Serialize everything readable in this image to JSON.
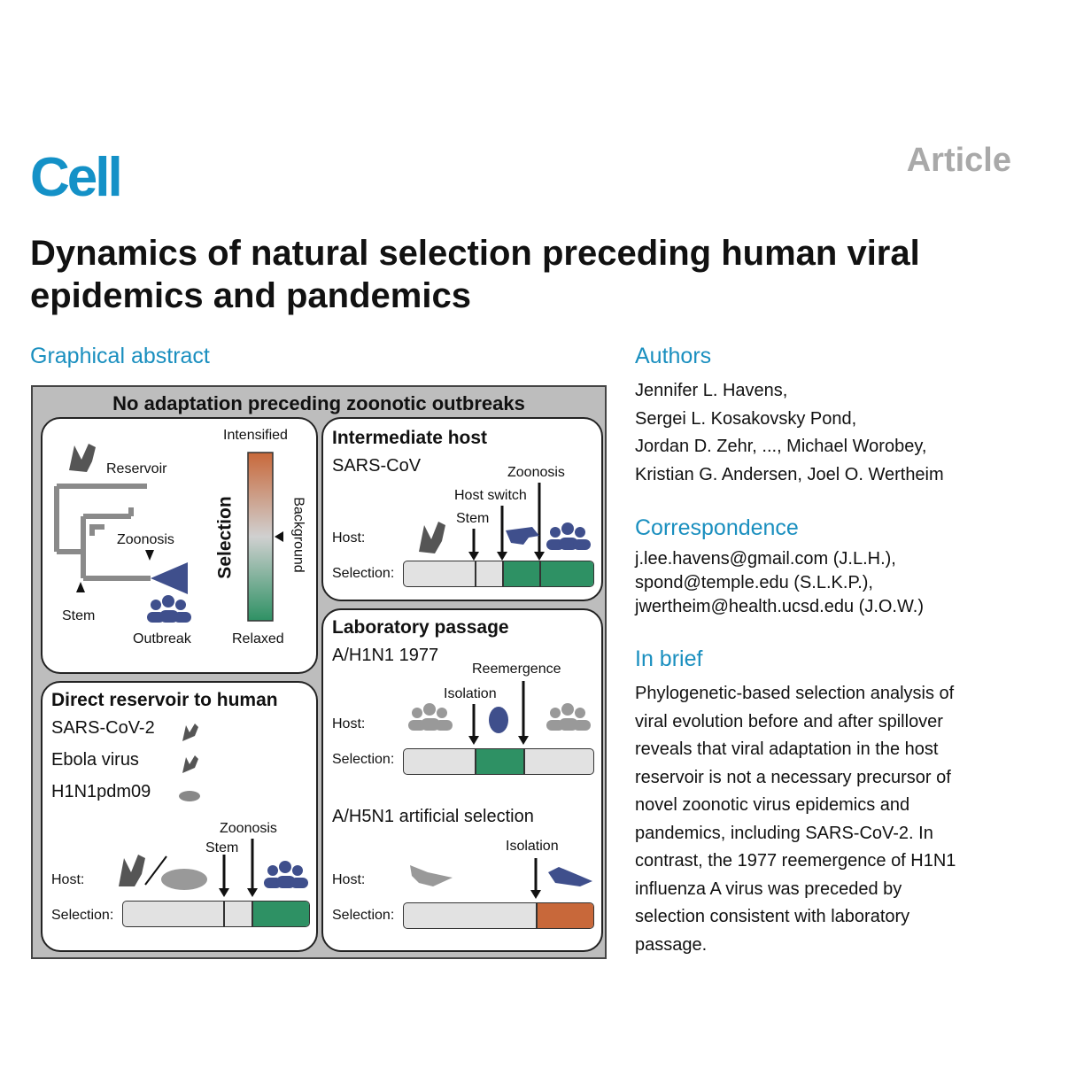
{
  "header": {
    "journal": "Cell",
    "article_type": "Article"
  },
  "title": "Dynamics of natural selection preceding human viral epidemics and pandemics",
  "graphical_abstract": {
    "label": "Graphical abstract",
    "heading": "No adaptation preceding zoonotic outbreaks",
    "tree": {
      "reservoir": "Reservoir",
      "zoonosis": "Zoonosis",
      "stem": "Stem",
      "outbreak": "Outbreak",
      "intensified": "Intensified",
      "relaxed": "Relaxed",
      "selection": "Selection",
      "background": "Background",
      "colors": {
        "intensified": "#c8683a",
        "background": "#d0d0d0",
        "relaxed": "#2e9164",
        "clade": "#3f4f8c"
      }
    },
    "intermediate": {
      "title": "Intermediate host",
      "virus": "SARS-CoV",
      "zoonosis": "Zoonosis",
      "host_switch": "Host switch",
      "stem": "Stem",
      "host_label": "Host:",
      "selection_label": "Selection:"
    },
    "direct": {
      "title": "Direct reservoir to human",
      "viruses": [
        "SARS-CoV-2",
        "Ebola virus",
        "H1N1pdm09"
      ],
      "zoonosis": "Zoonosis",
      "stem": "Stem",
      "host_label": "Host:",
      "selection_label": "Selection:"
    },
    "lab": {
      "title": "Laboratory passage",
      "virus1": "A/H1N1 1977",
      "reemergence": "Reemergence",
      "isolation": "Isolation",
      "virus2": "A/H5N1 artificial selection",
      "isolation2": "Isolation",
      "host_label": "Host:",
      "selection_label": "Selection:"
    }
  },
  "authors": {
    "label": "Authors",
    "lines": [
      "Jennifer L. Havens,",
      "Sergei L. Kosakovsky Pond,",
      "Jordan D. Zehr, ..., Michael Worobey,",
      "Kristian G. Andersen, Joel O. Wertheim"
    ]
  },
  "correspondence": {
    "label": "Correspondence",
    "lines": [
      "j.lee.havens@gmail.com (J.L.H.),",
      "spond@temple.edu (S.L.K.P.),",
      "jwertheim@health.ucsd.edu (J.O.W.)"
    ]
  },
  "in_brief": {
    "label": "In brief",
    "lines": [
      "Phylogenetic-based selection analysis of",
      "viral evolution before and after spillover",
      "reveals that viral adaptation in the host",
      "reservoir is not a necessary precursor of",
      "novel zoonotic virus epidemics and",
      "pandemics, including SARS-CoV-2. In",
      "contrast, the 1977 reemergence of H1N1",
      "influenza A virus was preceded by",
      "selection consistent with laboratory",
      "passage."
    ]
  }
}
